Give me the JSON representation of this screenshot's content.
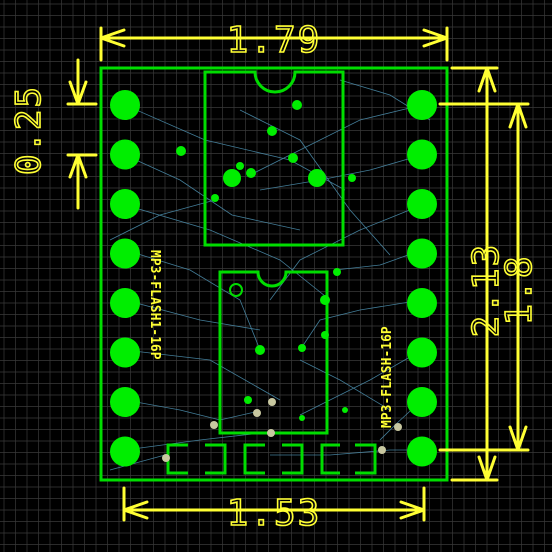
{
  "colors": {
    "background": "#000000",
    "grid": "#3a3a3a",
    "board_outline": "#00dd00",
    "pad": "#00ee00",
    "silkscreen": "#00dd00",
    "dimension": "#ffff33",
    "trace": "#4a8aa8",
    "via": "#c8c8a0"
  },
  "dimensions": {
    "top_width": "1.79",
    "bottom_width": "1.53",
    "left_pitch": "0.25",
    "right_outer": "2.13",
    "right_inner": "1.8"
  },
  "labels": {
    "left_header": "MP3-FLASH1-16P",
    "right_header": "MP3-FLASH-16P"
  }
}
